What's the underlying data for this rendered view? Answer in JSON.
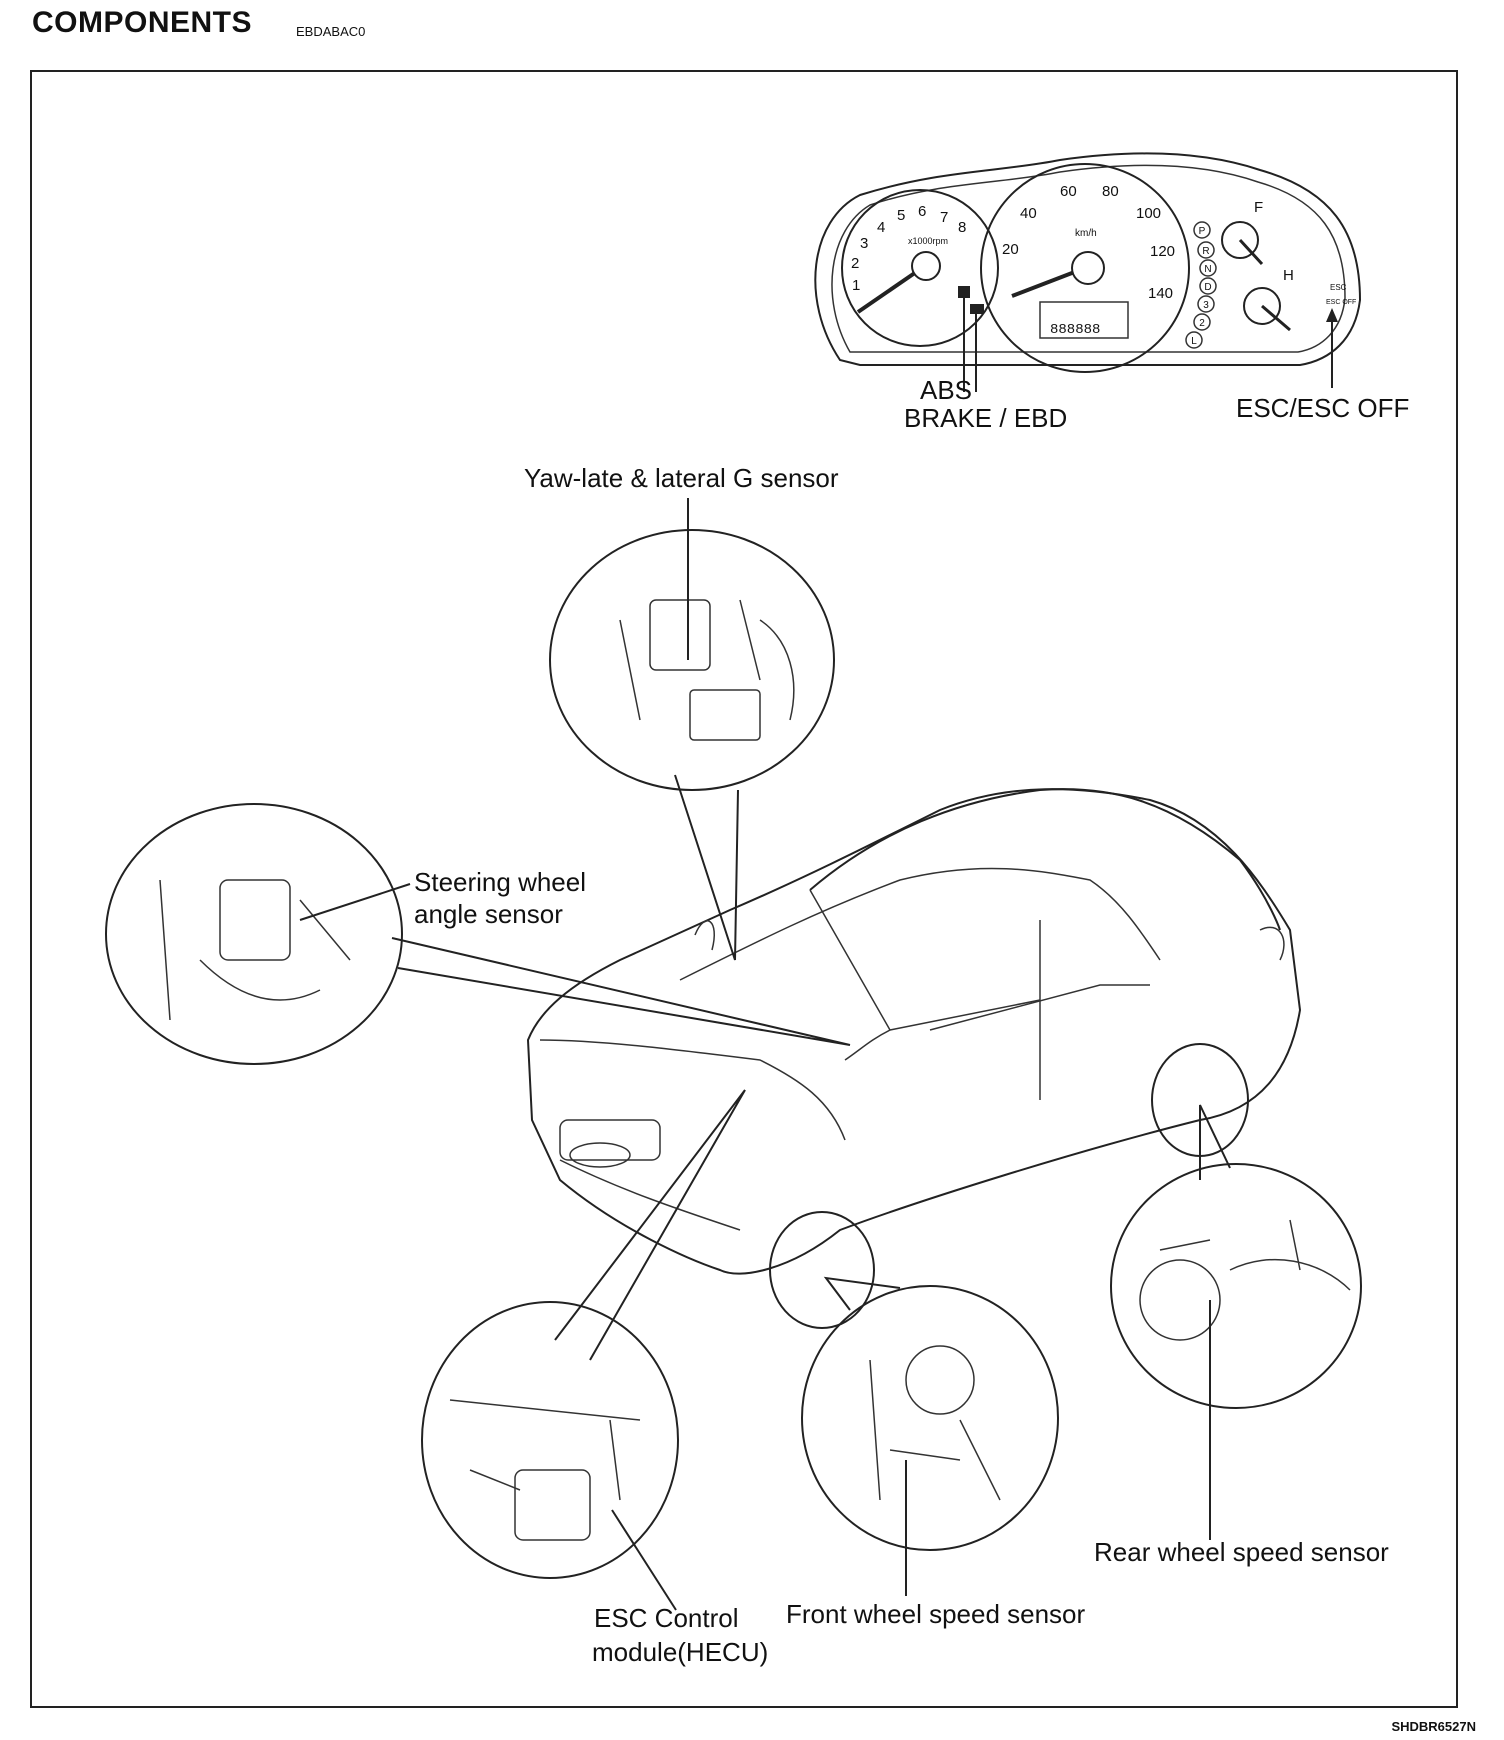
{
  "header": {
    "title": "COMPONENTS",
    "code": "EBDABAC0"
  },
  "labels": {
    "abs": "ABS",
    "brake_ebd": "BRAKE / EBD",
    "esc_off": "ESC/ESC OFF",
    "yaw": "Yaw-late & lateral G sensor",
    "steering_1": "Steering wheel",
    "steering_2": "angle sensor",
    "esc_module_1": "ESC Control",
    "esc_module_2": "module(HECU)",
    "front_wheel": "Front wheel speed sensor",
    "rear_wheel": "Rear wheel speed sensor"
  },
  "cluster": {
    "tach_ticks": [
      "1",
      "2",
      "3",
      "4",
      "5",
      "6",
      "7",
      "8"
    ],
    "tach_unit": "x1000rpm",
    "speed_ticks": [
      "20",
      "40",
      "60",
      "80",
      "100",
      "120",
      "140"
    ],
    "speed_unit": "km/h",
    "fuel_full": "F",
    "temp_hot": "H",
    "gear_letters": [
      "P",
      "R",
      "N",
      "D",
      "3",
      "2",
      "L"
    ],
    "esc_text": "ESC",
    "esc_off_text": "ESC OFF",
    "odo": "888888"
  },
  "footer": {
    "code": "SHDBR6527N"
  }
}
